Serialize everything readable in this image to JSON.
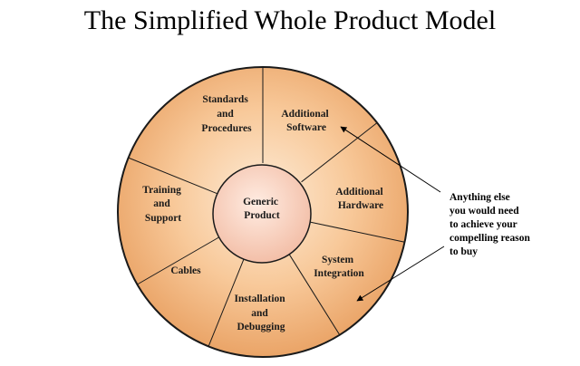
{
  "title": "The Simplified Whole Product Model",
  "center": {
    "lines": [
      "Generic",
      "Product"
    ]
  },
  "segments": [
    {
      "id": "standards",
      "lines": [
        "Standards",
        "and",
        "Procedures"
      ]
    },
    {
      "id": "additional-software",
      "lines": [
        "Additional",
        "Software"
      ]
    },
    {
      "id": "additional-hardware",
      "lines": [
        "Additional",
        "Hardware"
      ]
    },
    {
      "id": "system-integration",
      "lines": [
        "System",
        "Integration"
      ]
    },
    {
      "id": "installation",
      "lines": [
        "Installation",
        "and",
        "Debugging"
      ]
    },
    {
      "id": "cables",
      "lines": [
        "Cables"
      ]
    },
    {
      "id": "training",
      "lines": [
        "Training",
        "and",
        "Support"
      ]
    }
  ],
  "callout": {
    "lines": [
      "Anything else",
      "you would need",
      "to achieve your",
      "compelling reason",
      "to buy"
    ]
  },
  "colors": {
    "disk_light": "#fdebd6",
    "disk_mid": "#f8c99a",
    "disk_dark": "#eaa467",
    "outline": "#1a1a1a",
    "hub_light": "#ffece2",
    "hub_dark": "#f3bfa8"
  }
}
